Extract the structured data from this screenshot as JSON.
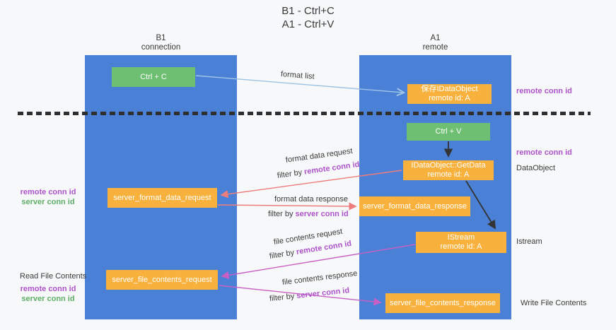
{
  "title": {
    "line1": "B1 - Ctrl+C",
    "line2": "A1 - Ctrl+V"
  },
  "columns": {
    "left": {
      "name": "B1",
      "role": "connection"
    },
    "right": {
      "name": "A1",
      "role": "remote"
    }
  },
  "boxes": {
    "ctrl_c": {
      "label": "Ctrl + C"
    },
    "ctrl_v": {
      "label": "Ctrl + V"
    },
    "save_idataobject": {
      "line1": "保存IDataObject",
      "line2": "remote id: A"
    },
    "idataobject_getdata": {
      "line1": "IDataObject::GetData",
      "line2": "remote id: A"
    },
    "istream": {
      "line1": "IStream",
      "line2": "remote id: A"
    },
    "server_format_data_request": {
      "label": "server_format_data_request"
    },
    "server_format_data_response": {
      "label": "server_format_data_response"
    },
    "server_file_contents_request": {
      "label": "server_file_contents_request"
    },
    "server_file_contents_response": {
      "label": "server_file_contents_response"
    }
  },
  "arrow_labels": {
    "format_list": "format list",
    "format_data_request": "format data request",
    "format_data_response": "format data response",
    "file_contents_request": "file contents request",
    "file_contents_response": "file contents response",
    "filter_by": "filter by ",
    "remote_conn_id": "remote conn id",
    "server_conn_id": "server conn id"
  },
  "annotations": {
    "remote_conn_id": "remote conn id",
    "server_conn_id": "server conn id",
    "dataobject": "DataObject",
    "istream": "Istream",
    "write_file_contents": "Write File Contents",
    "read_file_contents": "Read File Contents"
  },
  "colors": {
    "column_blue": "#4a80d6",
    "box_green": "#6ebf72",
    "box_orange": "#f9b13d",
    "arrow_lightblue": "#9dc3e6",
    "arrow_salmon": "#ed7d7d",
    "arrow_magenta": "#c95fc5",
    "arrow_black": "#333333",
    "text_purple": "#ad53c9",
    "text_green": "#5fae68"
  }
}
